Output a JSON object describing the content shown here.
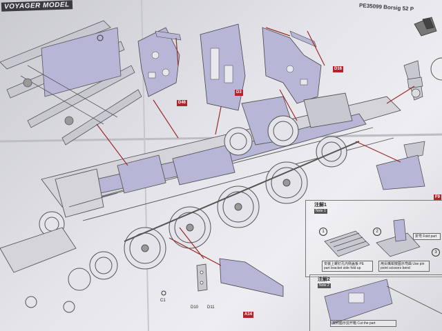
{
  "header": {
    "brand": "VOYAGER MODEL",
    "product_code": "PE35099 Borsig 52 P"
  },
  "callouts": {
    "c1": "D46",
    "c2": "D3",
    "c3": "D16",
    "c4": "F9",
    "c5": "A14",
    "c6": "D10",
    "c7": "D11",
    "c8": "C1"
  },
  "notes": {
    "note1": {
      "title": "注解1",
      "sub": "Note 1",
      "step1": "1",
      "step2": "2",
      "step3": "3",
      "caption1": "安装上螺钉孔内侧盖板 PE part bracket side fold up",
      "caption2": "用尖嘴钳按图示弯曲 Use pin point scissors bend",
      "folded": "折弯 Fold part"
    },
    "note2": {
      "title": "注解2",
      "sub": "Note 2",
      "caption": "按照图示剪开箱 Cut the part"
    }
  },
  "colors": {
    "pe_part": "#b8b6d6",
    "arrow": "#9a2a2a",
    "line": "#444444",
    "tag": "#b3232a"
  }
}
